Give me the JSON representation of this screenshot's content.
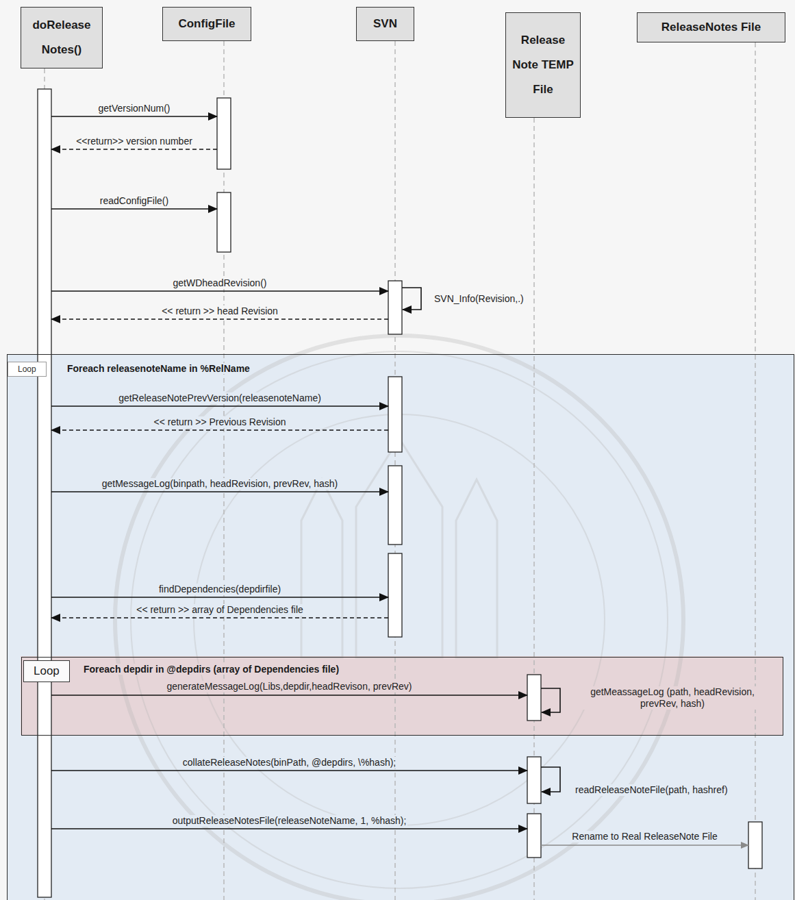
{
  "diagram": {
    "nodes": [
      {
        "text": [
          "doRelease Notes()"
        ]
      },
      {
        "text": [
          "ConfigFile"
        ]
      },
      {
        "text": [
          "SVN"
        ]
      },
      {
        "text": [
          "Release Note TEMP File"
        ]
      },
      {
        "text": [
          "ReleaseNotes File"
        ]
      },
      {
        "text": [
          "Loop",
          "Foreach releasenoteName in %RelName"
        ]
      },
      {
        "text": [
          "Loop",
          "Foreach depdir in @depdirs (array of Dependencies file)"
        ],
        "in": 5
      }
    ],
    "edges": [
      {
        "from": 0,
        "to": 1,
        "arrow": "to",
        "label": "getVersionNum()"
      },
      {
        "from": 1,
        "to": 0,
        "arrow": "to",
        "label": "<<return>> version number"
      },
      {
        "from": 0,
        "to": 1,
        "arrow": "to",
        "label": "readConfigFile()"
      },
      {
        "from": 0,
        "to": 2,
        "arrow": "to",
        "label": "getWDheadRevision()"
      },
      {
        "from": 2,
        "to": 2,
        "arrow": "to",
        "label": "SVN_Info(Revision,.)"
      },
      {
        "from": 2,
        "to": 0,
        "arrow": "to",
        "label": "<< return >> head Revision"
      },
      {
        "from": 0,
        "to": 2,
        "arrow": "to",
        "label": "getReleaseNotePrevVersion(releasenoteName)"
      },
      {
        "from": 2,
        "to": 0,
        "arrow": "to",
        "label": "<< return >> Previous Revision"
      },
      {
        "from": 0,
        "to": 2,
        "arrow": "to",
        "label": "getMessageLog(binpath, headRevision, prevRev, hash)"
      },
      {
        "from": 0,
        "to": 2,
        "arrow": "to",
        "label": "findDependencies(depdirfile)"
      },
      {
        "from": 2,
        "to": 0,
        "arrow": "to",
        "label": "<< return >> array of Dependencies file"
      },
      {
        "from": 0,
        "to": 3,
        "arrow": "to",
        "label": "generateMessageLog(Libs,depdir,headRevison, prevRev)"
      },
      {
        "from": 3,
        "to": 3,
        "arrow": "to",
        "label": "getMeassageLog (path, headRevision, prevRev, hash)"
      },
      {
        "from": 0,
        "to": 3,
        "arrow": "to",
        "label": "collateReleaseNotes(binPath, @depdirs, \\%hash);"
      },
      {
        "from": 3,
        "to": 3,
        "arrow": "to",
        "label": "readReleaseNoteFile(path, hashref)"
      },
      {
        "from": 0,
        "to": 3,
        "arrow": "to",
        "label": "outputReleaseNotesFile(releaseNoteName, 1, %hash);"
      },
      {
        "from": 3,
        "to": 4,
        "arrow": "to",
        "label": "Rename to Real ReleaseNote File"
      }
    ]
  }
}
